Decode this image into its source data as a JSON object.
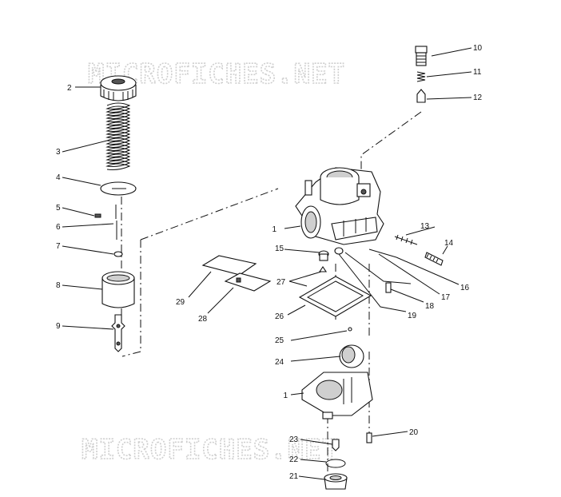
{
  "watermark": {
    "text": "MICROFICHES.NET"
  },
  "callouts": [
    {
      "id": "c1a",
      "label": "1"
    },
    {
      "id": "c1b",
      "label": "1"
    },
    {
      "id": "c2",
      "label": "2"
    },
    {
      "id": "c3",
      "label": "3"
    },
    {
      "id": "c4",
      "label": "4"
    },
    {
      "id": "c5",
      "label": "5"
    },
    {
      "id": "c6",
      "label": "6"
    },
    {
      "id": "c7",
      "label": "7"
    },
    {
      "id": "c8",
      "label": "8"
    },
    {
      "id": "c9",
      "label": "9"
    },
    {
      "id": "c10",
      "label": "10"
    },
    {
      "id": "c11",
      "label": "11"
    },
    {
      "id": "c12",
      "label": "12"
    },
    {
      "id": "c13",
      "label": "13"
    },
    {
      "id": "c14",
      "label": "14"
    },
    {
      "id": "c15",
      "label": "15"
    },
    {
      "id": "c16",
      "label": "16"
    },
    {
      "id": "c17",
      "label": "17"
    },
    {
      "id": "c18",
      "label": "18"
    },
    {
      "id": "c19",
      "label": "19"
    },
    {
      "id": "c20",
      "label": "20"
    },
    {
      "id": "c21",
      "label": "21"
    },
    {
      "id": "c22",
      "label": "22"
    },
    {
      "id": "c23",
      "label": "23"
    },
    {
      "id": "c24",
      "label": "24"
    },
    {
      "id": "c25",
      "label": "25"
    },
    {
      "id": "c26",
      "label": "26"
    },
    {
      "id": "c27",
      "label": "27"
    },
    {
      "id": "c28",
      "label": "28"
    },
    {
      "id": "c29",
      "label": "29"
    }
  ]
}
